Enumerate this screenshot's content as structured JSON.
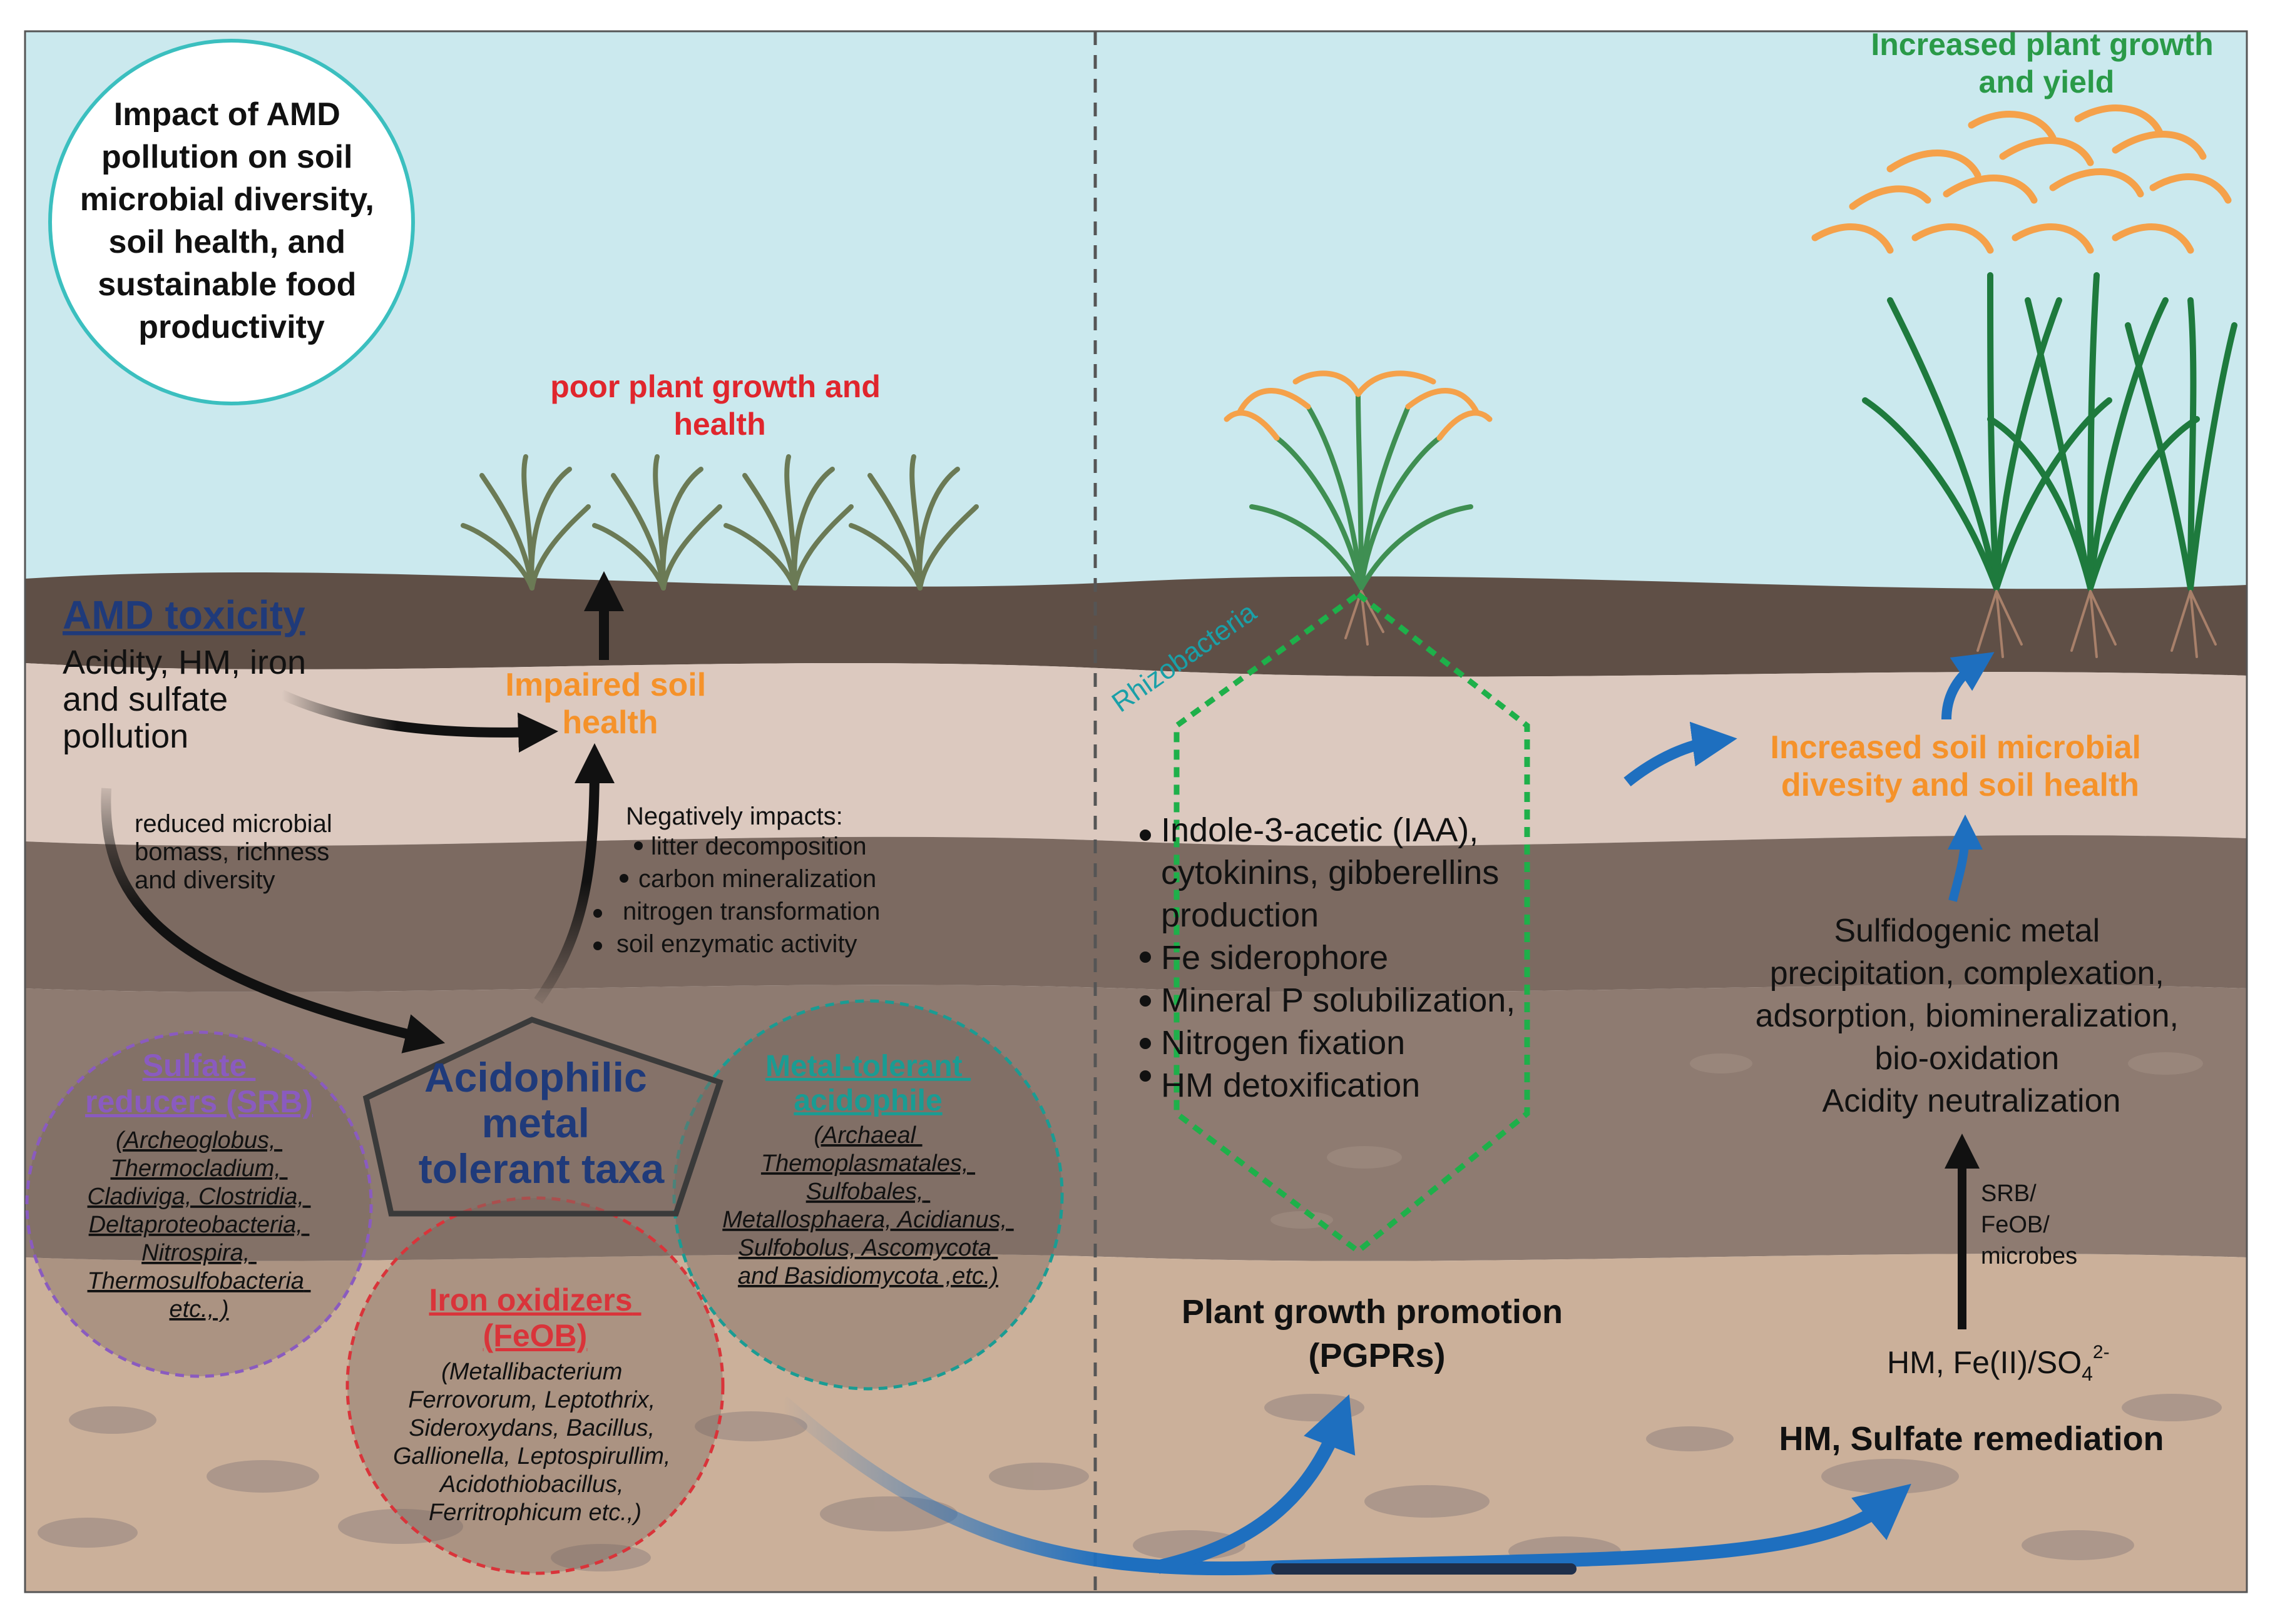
{
  "colors": {
    "sky": "#cbe9ee",
    "soil_dark_top": "#5f4f46",
    "soil_light": "#dcc9bf",
    "soil_mid": "#7c6a61",
    "soil_band": "#8e7b71",
    "soil_deep": "#cbb09a",
    "title_circle_border": "#3bbfbf",
    "amd_blue": "#1f3a7a",
    "poor_growth_red": "#e0262d",
    "orange": "#f5922a",
    "srb_purple": "#8a5bbf",
    "feob_red": "#d9343a",
    "metal_teal": "#1a9c93",
    "rhizo_green": "#1eb04a",
    "rhizo_label": "#1aa0a8",
    "arrow_blue": "#1e6fbf",
    "green_title": "#2a9a48"
  },
  "title_circle": {
    "lines": [
      "Impact of AMD",
      "pollution on soil",
      "microbial diversity,",
      "soil health, and",
      "sustainable food",
      "productivity"
    ]
  },
  "left": {
    "poor_growth": [
      "poor plant growth and",
      "health"
    ],
    "amd_toxicity_heading": "AMD toxicity",
    "amd_toxicity_lines": [
      "Acidity, HM, iron",
      "and sulfate",
      "pollution"
    ],
    "impaired_soil": [
      "Impaired soil",
      "health"
    ],
    "reduced_microbial": [
      "reduced microbial",
      "bomass, richness",
      "and diversity"
    ],
    "negatively_impacts_heading": "Negatively impacts:",
    "negatively_impacts_items": [
      "litter decomposition",
      "carbon mineralization",
      "nitrogen transformation",
      "soil enzymatic activity"
    ],
    "pentagon_lines": [
      "Acidophilic",
      "metal",
      "tolerant taxa"
    ],
    "srb_title": [
      "Sulfate",
      "reducers  (SRB)"
    ],
    "srb_items": [
      "(Archeoglobus,",
      "Thermocladium,",
      "Cladiviga, Clostridia,",
      "Deltaproteobacteria,",
      "Nitrospira,",
      "Thermosulfobacteria",
      "etc., )"
    ],
    "metal_title": [
      "Metal-tolerant",
      "acidophile"
    ],
    "metal_items": [
      "(Archaeal",
      "Themoplasmatales,",
      "Sulfobales,",
      "Metallosphaera, Acidianus,",
      "Sulfobolus, Ascomycota",
      "and Basidiomycota ,etc.)"
    ],
    "feob_title": [
      "Iron oxidizers",
      "(FeOB)"
    ],
    "feob_items": [
      "(Metallibacterium",
      "Ferrovorum, Leptothrix,",
      "Sideroxydans, Bacillus,",
      "Gallionella, Leptospirullim,",
      "Acidothiobacillus,",
      "Ferritrophicum etc.,)"
    ]
  },
  "right": {
    "rhizobacteria_label": "Rhizobacteria",
    "pgpr_items": [
      "Indole-3-acetic (IAA),",
      "cytokinins, gibberellins",
      "production",
      "Fe siderophore",
      "Mineral P solubilization,",
      "Nitrogen fixation",
      "HM detoxification"
    ],
    "plant_growth_promotion": [
      "Plant growth promotion",
      "(PGPRs)"
    ],
    "increased_growth": [
      "Increased plant growth",
      "and yield"
    ],
    "increased_soil": [
      "Increased soil microbial",
      "divesity and soil health"
    ],
    "sulfidogenic": [
      "Sulfidogenic metal",
      "precipitation, complexation,",
      "adsorption, biomineralization,",
      "bio-oxidation",
      "Acidity neutralization"
    ],
    "srb_feob_microbes": [
      "SRB/",
      "FeOB/",
      "microbes"
    ],
    "hm_fe_prefix": "HM, Fe(II)/SO",
    "hm_fe_sub": "4",
    "hm_fe_sup": "2-",
    "hm_sulfate_remediation": "HM, Sulfate remediation"
  }
}
